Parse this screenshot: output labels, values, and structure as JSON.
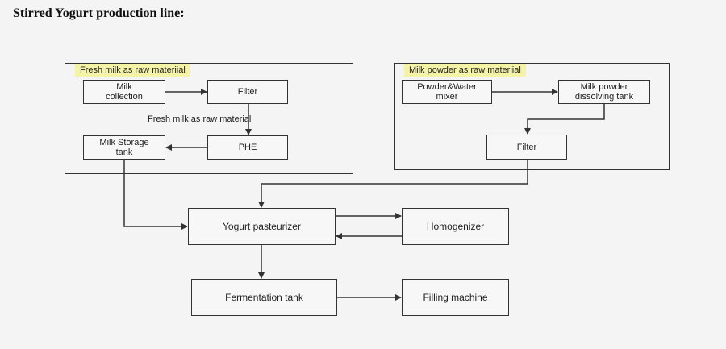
{
  "title": "Stirred Yogurt production line:",
  "groups": {
    "fresh_milk": {
      "label": "Fresh milk as raw materiial"
    },
    "milk_powder": {
      "label": "Milk powder as raw materiial"
    }
  },
  "nodes": {
    "milk_collection": "Milk\ncollection",
    "filter_1": "Filter",
    "milk_storage_tank": "Milk Storage\ntank",
    "phe": "PHE",
    "powder_water_mixer": "Powder&Water\nmixer",
    "milk_powder_dissolving_tank": "Milk powder\ndissolving tank",
    "filter_2": "Filter",
    "yogurt_pasteurizer": "Yogurt pasteurizer",
    "homogenizer": "Homogenizer",
    "fermentation_tank": "Fermentation tank",
    "filling_machine": "Filling machine"
  },
  "notes": {
    "fresh_milk_note": "Fresh milk as raw material"
  },
  "edges": [
    [
      "milk_collection",
      "filter_1"
    ],
    [
      "filter_1",
      "phe"
    ],
    [
      "phe",
      "milk_storage_tank"
    ],
    [
      "milk_storage_tank",
      "yogurt_pasteurizer"
    ],
    [
      "powder_water_mixer",
      "milk_powder_dissolving_tank"
    ],
    [
      "milk_powder_dissolving_tank",
      "filter_2"
    ],
    [
      "filter_2",
      "yogurt_pasteurizer"
    ],
    [
      "yogurt_pasteurizer",
      "homogenizer"
    ],
    [
      "homogenizer",
      "yogurt_pasteurizer"
    ],
    [
      "yogurt_pasteurizer",
      "fermentation_tank"
    ],
    [
      "fermentation_tank",
      "filling_machine"
    ]
  ]
}
